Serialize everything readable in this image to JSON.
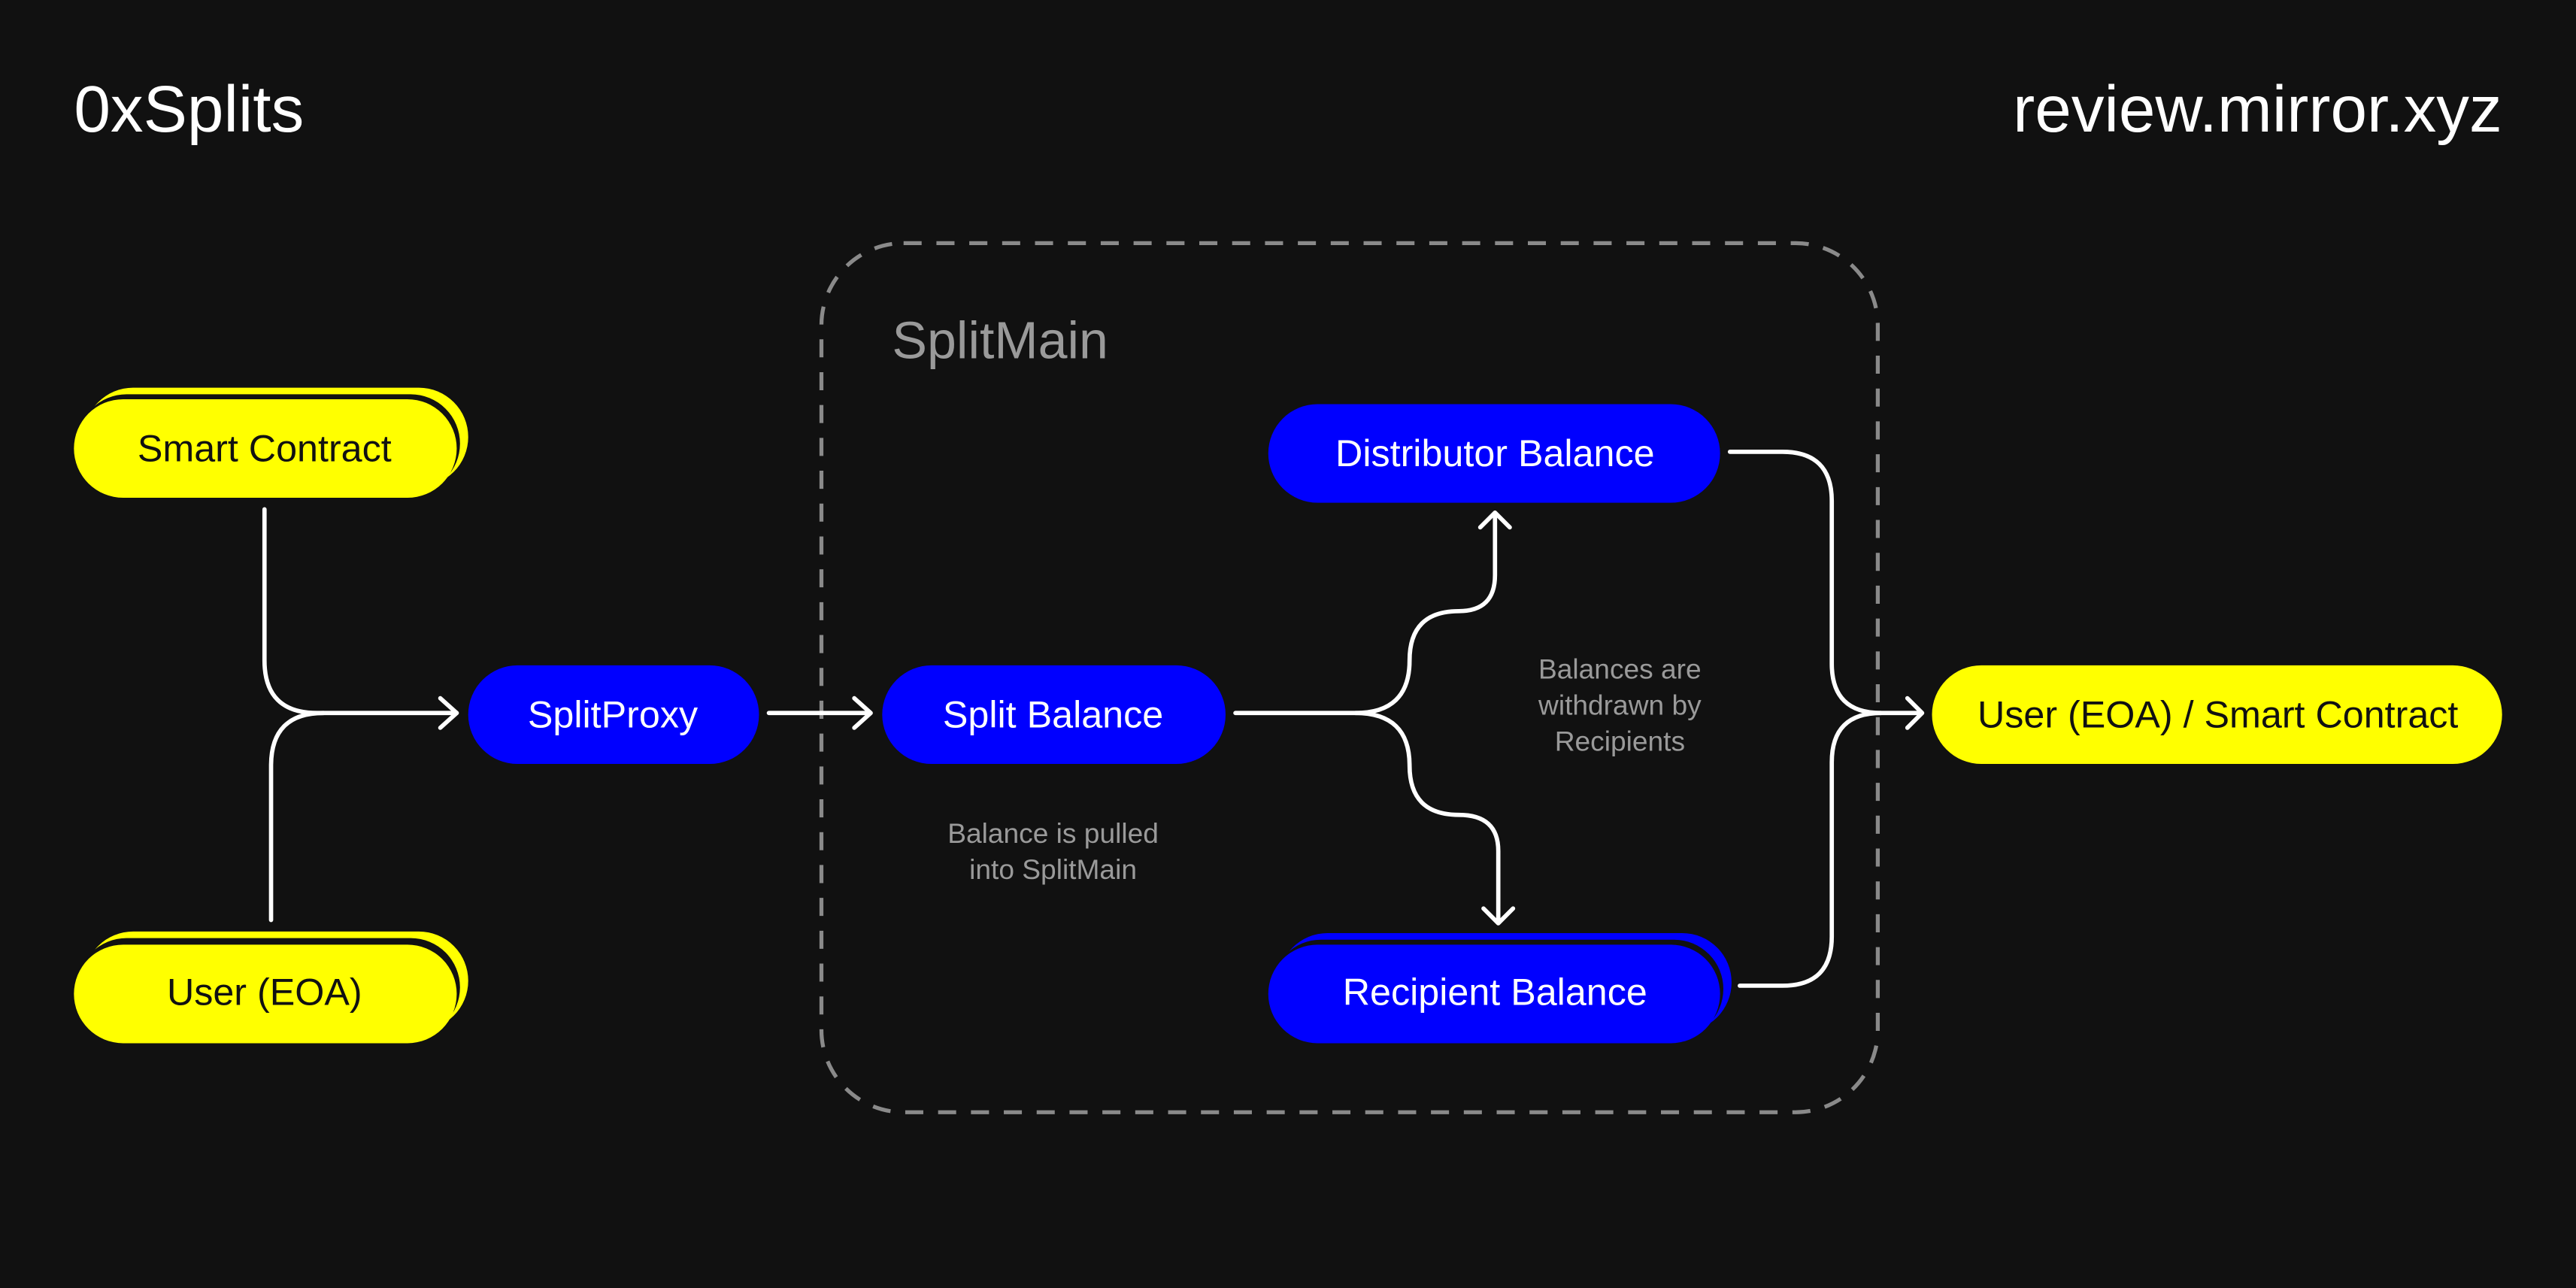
{
  "header": {
    "brand": "0xSplits",
    "site": "review.mirror.xyz"
  },
  "colors": {
    "background": "#111111",
    "yellow": "#FFFF00",
    "blue": "#0000FF",
    "note_gray": "#9A9A9A"
  },
  "container": {
    "label": "SplitMain"
  },
  "nodes": {
    "smart_contract": "Smart Contract",
    "user_eoa": "User (EOA)",
    "split_proxy": "SplitProxy",
    "split_balance": "Split Balance",
    "distributor_balance": "Distributor Balance",
    "recipient_balance": "Recipient Balance",
    "destination": "User (EOA) / Smart Contract"
  },
  "notes": {
    "pulled": [
      "Balance is pulled",
      "into SplitMain"
    ],
    "withdrawn": [
      "Balances are",
      "withdrawn by",
      "Recipients"
    ]
  }
}
